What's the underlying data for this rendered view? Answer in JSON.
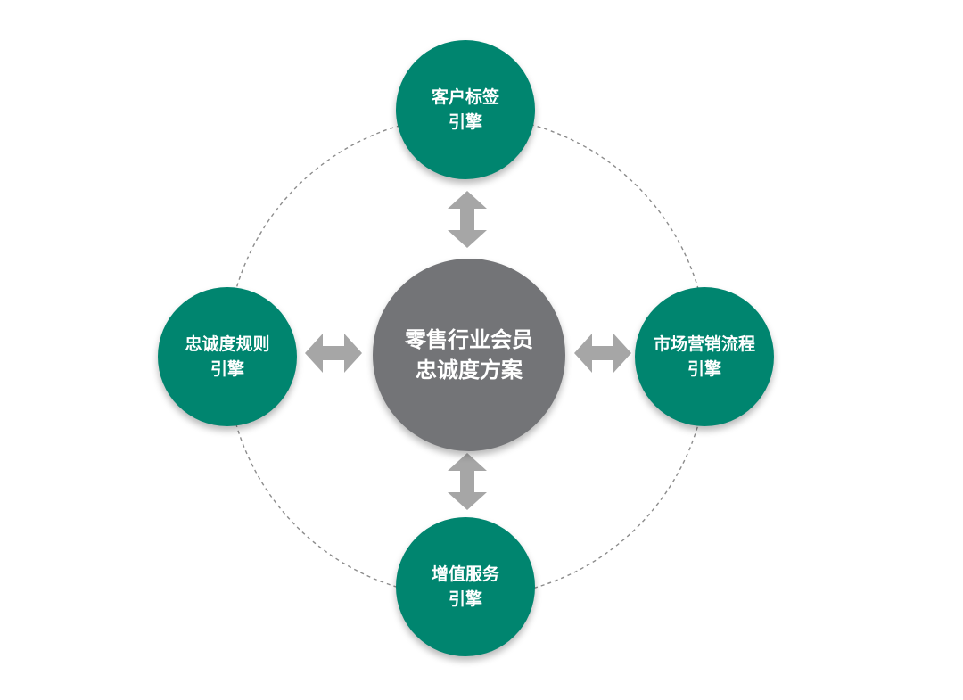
{
  "center": {
    "line1": "零售行业会员",
    "line2": "忠诚度方案"
  },
  "nodes": {
    "top": {
      "line1": "客户标签",
      "line2": "引擎"
    },
    "left": {
      "line1": "忠诚度规则",
      "line2": "引擎"
    },
    "right": {
      "line1": "市场营销流程",
      "line2": "引擎"
    },
    "bottom": {
      "line1": "增值服务",
      "line2": "引擎"
    }
  },
  "colors": {
    "node_green": "#00856f",
    "center_gray": "#737477",
    "arrow_gray": "#a6a6a6",
    "ring_dash": "#8c8c8c"
  }
}
